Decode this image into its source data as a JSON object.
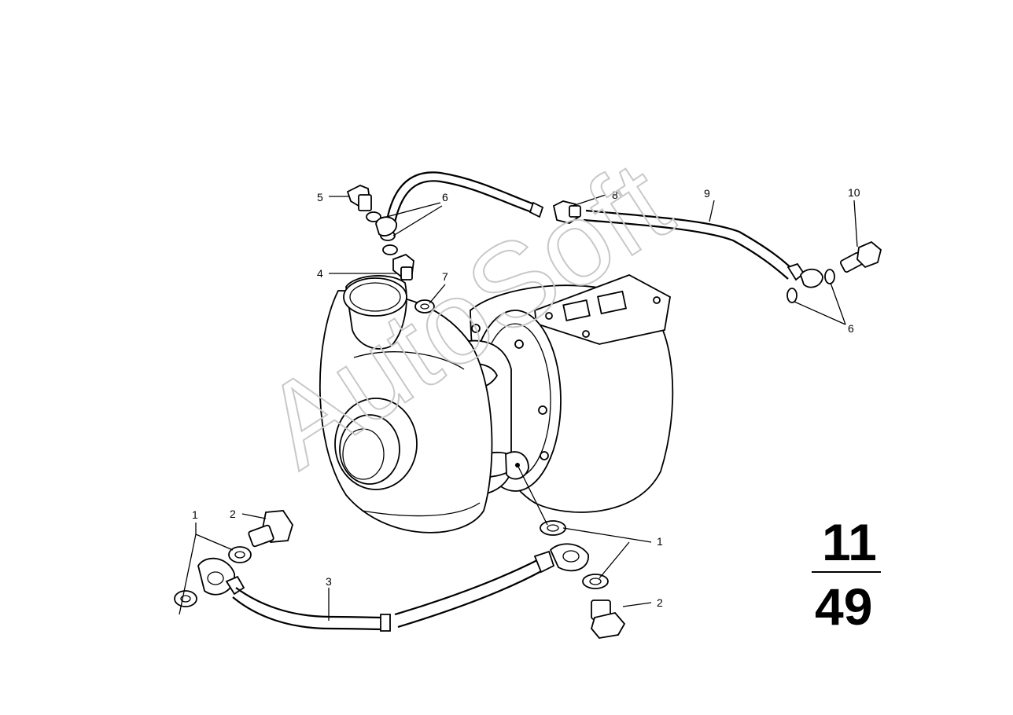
{
  "watermark": "AutoSoft",
  "page_ref": {
    "group": "11",
    "page": "49"
  },
  "callouts": {
    "c1_left": "1",
    "c2_left": "2",
    "c3": "3",
    "c4": "4",
    "c5": "5",
    "c6_top": "6",
    "c7": "7",
    "c8": "8",
    "c9": "9",
    "c10": "10",
    "c6_right": "6",
    "c1_right": "1",
    "c2_right": "2"
  }
}
